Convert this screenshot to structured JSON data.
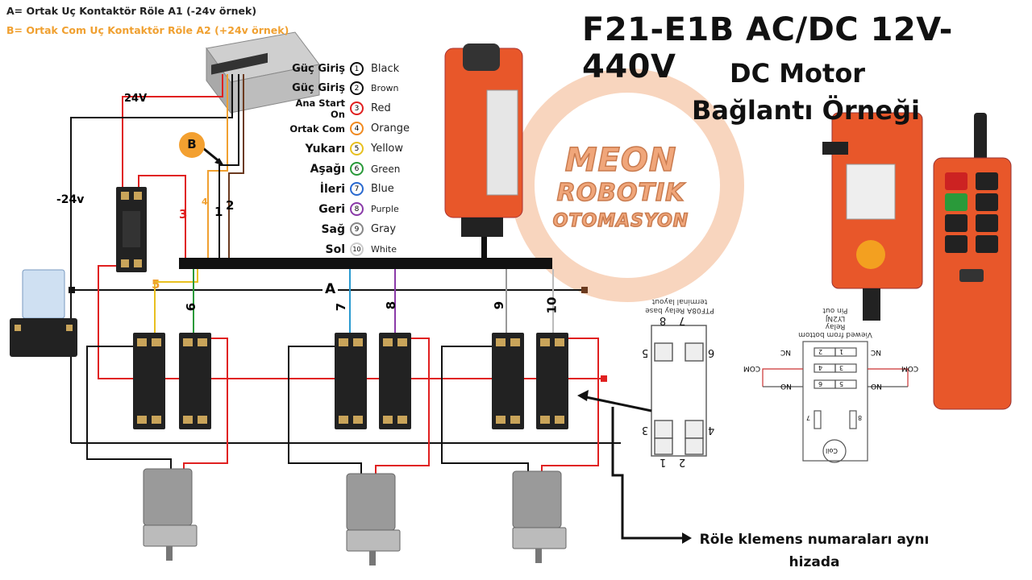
{
  "notes": {
    "a": "A= Ortak Uç Kontaktör Röle A1 (-24v örnek)",
    "b": "B= Ortak Com Uç Kontaktör Röle A2 (+24v örnek)"
  },
  "title": "F21-E1B AC/DC 12V-440V",
  "subtitle_1": "DC Motor",
  "subtitle_2": "Bağlantı Örneği",
  "legend": [
    {
      "label": "Güç Giriş",
      "num": "1",
      "color": "Black",
      "hex": "#111111"
    },
    {
      "label": "Güç Giriş",
      "num": "2",
      "color": "Brown",
      "hex": "#6b3a1f"
    },
    {
      "label": "Ana Start On",
      "num": "3",
      "color": "Red",
      "hex": "#e02020"
    },
    {
      "label": "Ortak  Com",
      "num": "4",
      "color": "Orange",
      "hex": "#f08a20"
    },
    {
      "label": "Yukarı",
      "num": "5",
      "color": "Yellow",
      "hex": "#e8c020"
    },
    {
      "label": "Aşağı",
      "num": "6",
      "color": "Green",
      "hex": "#2a9a3a"
    },
    {
      "label": "İleri",
      "num": "7",
      "color": "Blue",
      "hex": "#2a6ad0"
    },
    {
      "label": "Geri",
      "num": "8",
      "color": "Purple",
      "hex": "#8a3aa8"
    },
    {
      "label": "Sağ",
      "num": "9",
      "color": "Gray",
      "hex": "#888888"
    },
    {
      "label": "Sol",
      "num": "10",
      "color": "White",
      "hex": "#bbbbbb"
    }
  ],
  "labels": {
    "v24": "24V",
    "minus24": "-24v",
    "bus_a": "A",
    "badge_b": "B"
  },
  "wire_numbers": [
    "3",
    "4",
    "1",
    "2",
    "5",
    "6",
    "7",
    "8",
    "9",
    "10"
  ],
  "watermark": [
    "MEON",
    "ROBOTIK",
    "OTOMASYON"
  ],
  "relay_layout": {
    "heading": [
      "PTF08A Relay base",
      "terminal layout"
    ],
    "pins": [
      "8",
      "7",
      "5",
      "6",
      "3",
      "4",
      "1",
      "2"
    ]
  },
  "pinout": {
    "heading": [
      "Viewed from bottom",
      "Relay",
      "LY2NJ",
      "Pin out"
    ],
    "nc": "NC",
    "no": "NO",
    "com": "COM",
    "coil": "Coil",
    "pins": [
      "1",
      "2",
      "3",
      "4",
      "5",
      "6",
      "7",
      "8"
    ]
  },
  "caption": "Röle klemens numaraları aynı hizada"
}
